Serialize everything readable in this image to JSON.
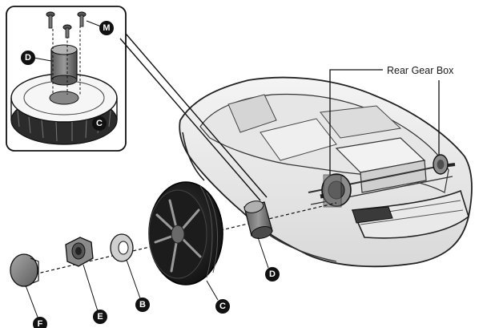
{
  "callouts": {
    "rear_gear_box": "Rear Gear Box"
  },
  "part_letters": {
    "inset_screw": "M",
    "inset_hub": "D",
    "inset_wheel": "C",
    "hub": "D",
    "wheel": "C",
    "washer": "B",
    "nut": "E",
    "cap": "F"
  }
}
